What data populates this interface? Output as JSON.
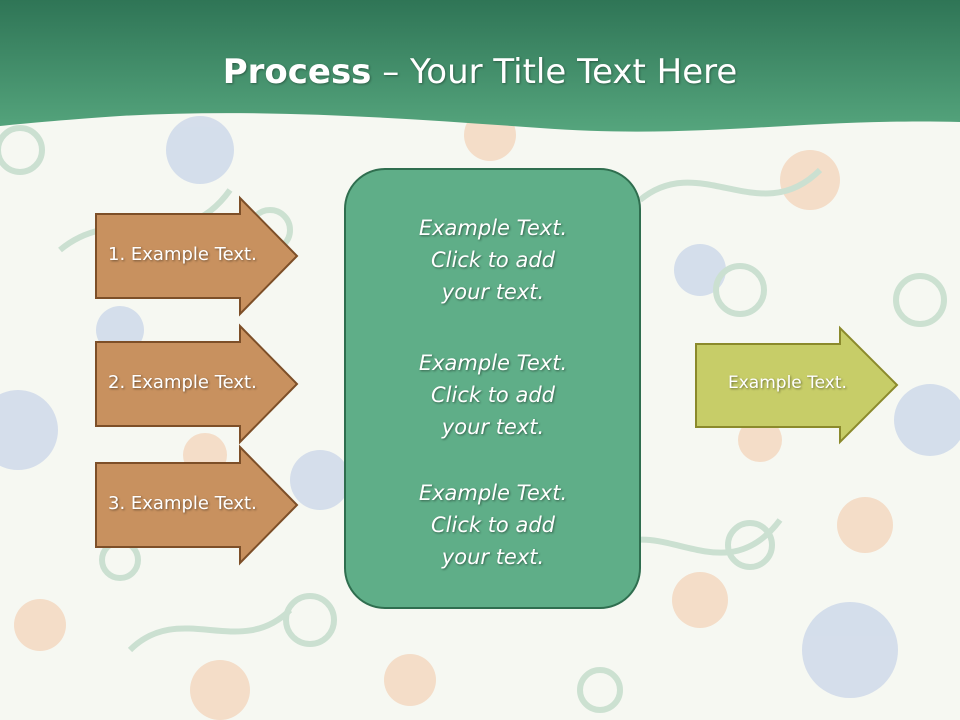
{
  "title": {
    "bold": "Process",
    "rest": " – Your Title Text Here"
  },
  "left_arrows": [
    {
      "label": "1. Example Text."
    },
    {
      "label": "2. Example Text."
    },
    {
      "label": "3. Example Text."
    }
  ],
  "center_box": {
    "blocks": [
      {
        "lines": [
          "Example Text.",
          "Click  to add",
          "your text."
        ]
      },
      {
        "lines": [
          "Example Text.",
          "Click  to add",
          "your text."
        ]
      },
      {
        "lines": [
          "Example Text.",
          "Click  to add",
          "your text."
        ]
      }
    ]
  },
  "right_arrow": {
    "label": "Example Text."
  },
  "colors": {
    "header_green": "#3f8f6a",
    "box_green": "#5fae88",
    "arrow_brown": "#c8915f",
    "arrow_olive": "#c7cd68"
  }
}
